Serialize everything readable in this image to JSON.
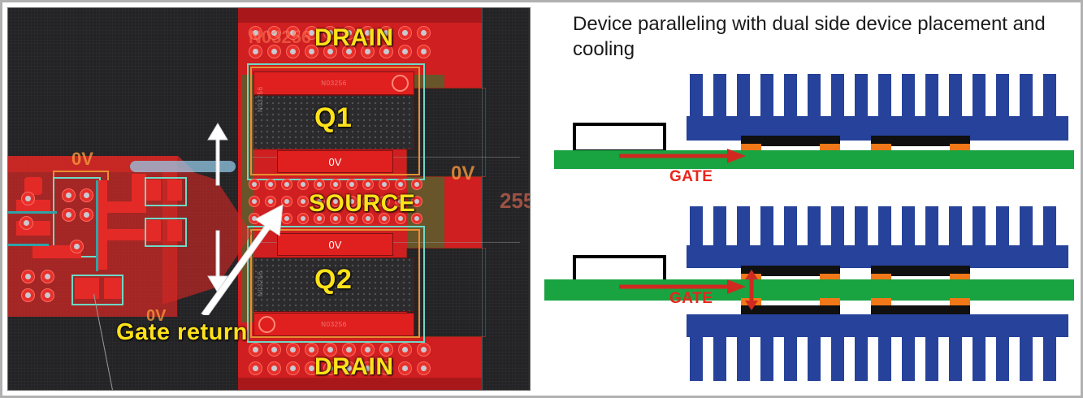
{
  "figure": {
    "panels": [
      "pcb-layout-photo",
      "cross-section-schematic"
    ]
  },
  "pcb": {
    "labels": {
      "drain_top": "DRAIN",
      "drain_bottom": "DRAIN",
      "source": "SOURCE",
      "q1": "Q1",
      "q2": "Q2",
      "zero_v_q1": "0V",
      "zero_v_q2": "0V",
      "zero_v_left_top": "0V",
      "zero_v_left_bottom": "0V",
      "zero_v_right": "0V",
      "gate_return": "Gate return",
      "silk_part_top": "N03256",
      "silk_part_q1": "N03256",
      "silk_part_q2": "N03256",
      "silk_edge_right": "255",
      "silk_side_q1": "N03256",
      "silk_side_q2": "N03256"
    },
    "annotations": {
      "arrow_up": "white-arrow-up",
      "arrow_down": "white-arrow-down",
      "arrow_diagonal": "white-arrow-diagonal"
    },
    "colors": {
      "copper": "#cf1f20",
      "board": "#232326",
      "silkscreen": "#ffe21a",
      "courtyard": "#6fd8c6",
      "soldermask_green": "#2a7830"
    }
  },
  "schematic": {
    "title": "Device paralleling with dual side device placement and cooling",
    "assemblies": [
      {
        "name": "single-side-cooling",
        "gate_label": "GATE",
        "heatsink_fins": 16,
        "devices": 2,
        "heatsinks": 1
      },
      {
        "name": "dual-side-cooling",
        "gate_label": "GATE",
        "heatsink_fins": 16,
        "devices": 4,
        "heatsinks": 2
      }
    ],
    "colors": {
      "pcb_green": "#19a341",
      "heatsink_blue": "#26429a",
      "device_black": "#101010",
      "terminal_orange": "#f07818",
      "gate_red": "#e8261c",
      "driver_outline": "#000000"
    }
  }
}
